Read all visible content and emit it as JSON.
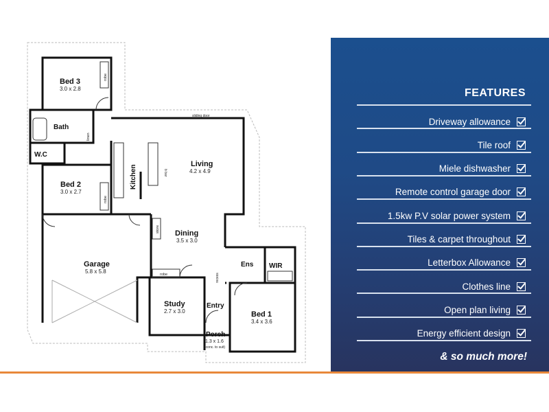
{
  "floorplan": {
    "rooms": [
      {
        "id": "bed3",
        "name": "Bed 3",
        "dims": "3.0 x 2.8"
      },
      {
        "id": "bath",
        "name": "Bath",
        "dims": ""
      },
      {
        "id": "wc",
        "name": "W.C",
        "dims": ""
      },
      {
        "id": "bed2",
        "name": "Bed 2",
        "dims": "3.0 x 2.7"
      },
      {
        "id": "kitchen",
        "name": "Kitchen",
        "dims": ""
      },
      {
        "id": "living",
        "name": "Living",
        "dims": "4.2 x 4.9"
      },
      {
        "id": "dining",
        "name": "Dining",
        "dims": "3.5 x 3.0"
      },
      {
        "id": "garage",
        "name": "Garage",
        "dims": "5.8 x 5.8"
      },
      {
        "id": "study",
        "name": "Study",
        "dims": "2.7 x 3.0"
      },
      {
        "id": "entry",
        "name": "Entry",
        "dims": ""
      },
      {
        "id": "porch",
        "name": "Porch",
        "dims": "1.3 x 1.6"
      },
      {
        "id": "ens",
        "name": "Ens",
        "dims": ""
      },
      {
        "id": "wir",
        "name": "WIR",
        "dims": ""
      },
      {
        "id": "bed1",
        "name": "Bed 1",
        "dims": "3.4 x 3.6"
      }
    ],
    "small_labels": {
      "robe": "robe",
      "linen": "linen",
      "store": "store",
      "sliding_door": "sliding door",
      "bar": "b bar",
      "recess": "recess",
      "porch_note": "(conc. to suit)"
    }
  },
  "features": {
    "title": "FEATURES",
    "items": [
      "Driveway allowance",
      "Tile roof",
      "Miele  dishwasher",
      "Remote control garage door",
      "1.5kw P.V solar power system",
      "Tiles & carpet throughout",
      "Letterbox Allowance",
      "Clothes line",
      "Open plan living",
      "Energy efficient design"
    ],
    "more": "& so much more!"
  },
  "colors": {
    "panel_top": "#1b4f8e",
    "panel_bottom": "#28345f",
    "accent_line": "#e8883a",
    "wall": "#111111"
  }
}
